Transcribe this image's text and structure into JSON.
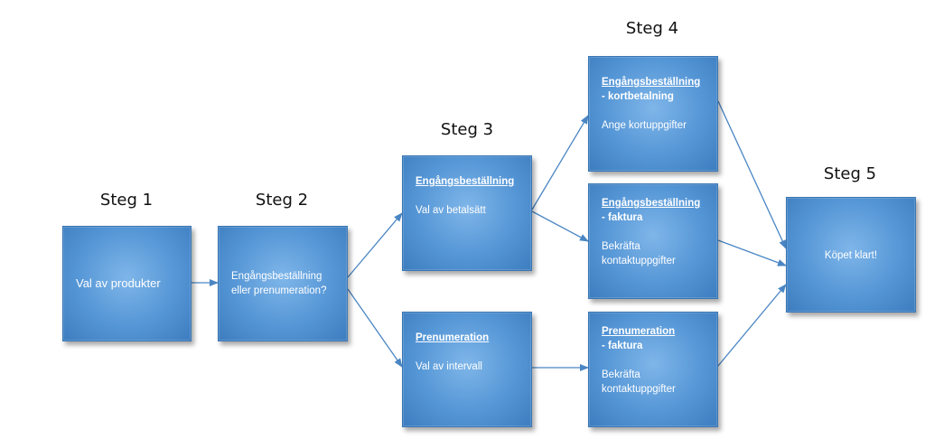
{
  "steps": {
    "s1": "Steg 1",
    "s2": "Steg 2",
    "s3": "Steg 3",
    "s4": "Steg 4",
    "s5": "Steg 5"
  },
  "boxes": {
    "product_choice": "Val av produkter",
    "order_type_q": "Engångsbeställning eller prenumeration?",
    "one_time": {
      "title": "Engångsbeställning",
      "body": "Val av betalsätt"
    },
    "subscription": {
      "title": "Prenumeration",
      "body": "Val av intervall"
    },
    "one_time_card": {
      "title": "Engångsbeställning",
      "subtitle": "- kortbetalning",
      "body": "Ange kortuppgifter"
    },
    "one_time_invoice": {
      "title": "Engångsbeställning",
      "subtitle": "- faktura",
      "body": "Bekräfta kontaktuppgifter"
    },
    "subscription_invoice": {
      "title": "Prenumeration",
      "subtitle": "- faktura",
      "body": "Bekräfta kontaktuppgifter"
    },
    "done": "Köpet klart!"
  }
}
